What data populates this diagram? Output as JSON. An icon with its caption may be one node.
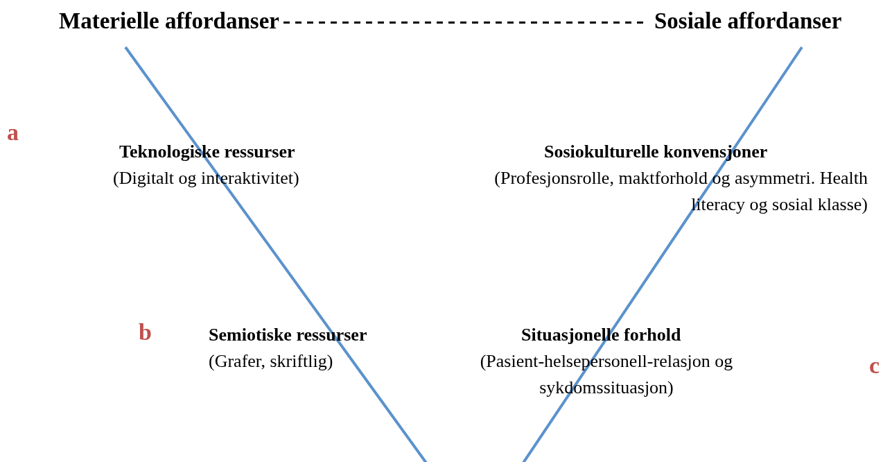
{
  "diagram": {
    "nodes": [
      {
        "text": [
          "Materielle affordanser"
        ]
      },
      {
        "text": [
          "Sosiale affordanser"
        ]
      }
    ],
    "edges": [
      {
        "from": 0,
        "to": 1,
        "arrow": "none",
        "style": "dashed"
      }
    ],
    "labels": [
      "a",
      "Teknologiske ressurser",
      "(Digitalt og interaktivitet)",
      "Sosiokulturelle konvensjoner",
      "(Profesjonsrolle, maktforhold og asymmetri. Health literacy og sosial klasse)",
      "b",
      "Semiotiske ressurser",
      "(Grafer, skriftlig)",
      "Situasjonelle forhold",
      "(Pasient-helsepersonell-relasjon og sykdomssituasjon)",
      "c"
    ]
  }
}
